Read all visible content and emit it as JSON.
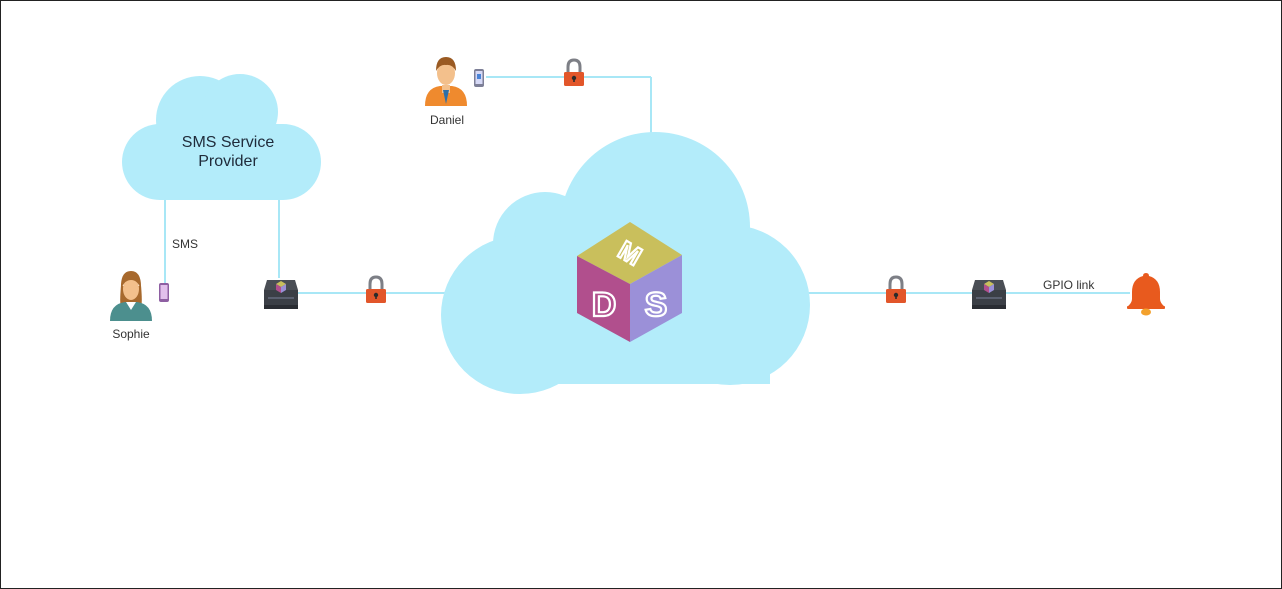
{
  "colors": {
    "cloud": "#b3ecfa",
    "link": "#a8e7f6",
    "lock": "#e2562a",
    "bell": "#e85a1e",
    "cube_top": "#c9bf5c",
    "cube_left": "#b14f8d",
    "cube_right": "#9b90d8"
  },
  "icons": [
    "person-icon",
    "phone-icon",
    "lock-icon",
    "router-icon",
    "bell-icon",
    "cube-logo-icon"
  ],
  "sms_provider": {
    "label_line1": "SMS Service",
    "label_line2": "Provider"
  },
  "people": {
    "daniel": {
      "name": "Daniel"
    },
    "sophie": {
      "name": "Sophie"
    }
  },
  "links": {
    "sms": "SMS",
    "gpio": "GPIO link"
  },
  "cube": {
    "letter_top": "M",
    "letter_left": "D",
    "letter_right": "S"
  }
}
